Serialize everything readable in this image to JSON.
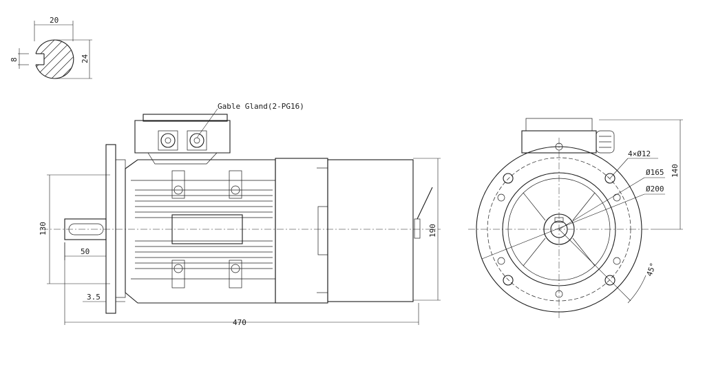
{
  "keyway_section": {
    "width_label": "20",
    "key_label": "8",
    "height_label": "24"
  },
  "side_view": {
    "cable_gland_label": "Gable Gland(2-PG16)",
    "shaft_length_label": "50",
    "flange_thickness_label": "3.5",
    "spigot_dia_label": "130",
    "motor_height_label": "190",
    "overall_length_label": "470"
  },
  "end_view": {
    "holes_label": "4×Ø12",
    "pcd_label": "Ø165",
    "flange_dia_label": "Ø200",
    "box_height_label": "140",
    "angle_label": "45°"
  }
}
